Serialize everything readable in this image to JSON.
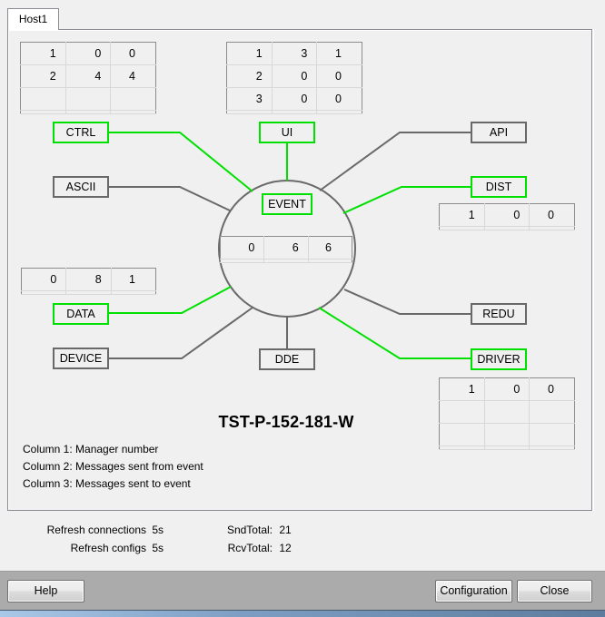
{
  "tabs": [
    {
      "label": "Host1",
      "active": true
    }
  ],
  "colors": {
    "active_link": "#00e000",
    "inactive_link": "#696969"
  },
  "center": {
    "label": "EVENT",
    "active": true,
    "table": [
      [
        "0",
        "6",
        "6"
      ]
    ]
  },
  "managers": {
    "ctrl": {
      "label": "CTRL",
      "active": true
    },
    "ui": {
      "label": "UI",
      "active": true
    },
    "api": {
      "label": "API",
      "active": false
    },
    "ascii": {
      "label": "ASCII",
      "active": false
    },
    "dist": {
      "label": "DIST",
      "active": true
    },
    "data": {
      "label": "DATA",
      "active": true
    },
    "redu": {
      "label": "REDU",
      "active": false
    },
    "device": {
      "label": "DEVICE",
      "active": false
    },
    "dde": {
      "label": "DDE",
      "active": false
    },
    "driver": {
      "label": "DRIVER",
      "active": true
    }
  },
  "tables": {
    "ctrl": [
      [
        "1",
        "0",
        "0"
      ],
      [
        "2",
        "4",
        "4"
      ],
      [
        "",
        "",
        ""
      ]
    ],
    "ui": [
      [
        "1",
        "3",
        "1"
      ],
      [
        "2",
        "0",
        "0"
      ],
      [
        "3",
        "0",
        "0"
      ]
    ],
    "dist": [
      [
        "1",
        "0",
        "0"
      ]
    ],
    "data": [
      [
        "0",
        "8",
        "1"
      ]
    ],
    "driver": [
      [
        "1",
        "0",
        "0"
      ],
      [
        "",
        "",
        ""
      ],
      [
        "",
        "",
        ""
      ]
    ]
  },
  "host_name": "TST-P-152-181-W",
  "legend": [
    "Column 1: Manager number",
    "Column 2: Messages sent from event",
    "Column 3: Messages sent to event"
  ],
  "info": {
    "refresh_connections_label": "Refresh connections",
    "refresh_connections_value": "5s",
    "refresh_configs_label": "Refresh configs",
    "refresh_configs_value": "5s",
    "snd_total_label": "SndTotal:",
    "snd_total_value": "21",
    "rcv_total_label": "RcvTotal:",
    "rcv_total_value": "12"
  },
  "buttons": {
    "help": "Help",
    "configuration": "Configuration",
    "close": "Close"
  }
}
